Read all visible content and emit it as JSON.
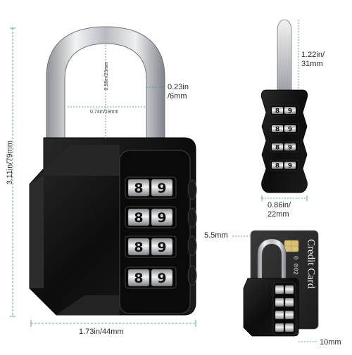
{
  "dimensions": {
    "height_total": "3.11in/79mm",
    "width_total": "1.73in/44mm",
    "shackle_inner_height": "0.98in/25mm",
    "shackle_inner_width": "0.74in/19mm",
    "shackle_thickness": "0.23in\n/6mm",
    "shackle_clearance": "1.22in/\n31mm",
    "body_depth": "0.86in/\n22mm",
    "card_thickness": "5.5mm",
    "lock_depth_side": "10mm"
  },
  "dial_digits": [
    "8",
    "9"
  ],
  "card": {
    "label": "Credit Card",
    "number_fragment": "0 002"
  },
  "colors": {
    "dimension_line": "#2f8f7f",
    "lock_body": "#141414",
    "shackle": "#c8cbcf"
  }
}
